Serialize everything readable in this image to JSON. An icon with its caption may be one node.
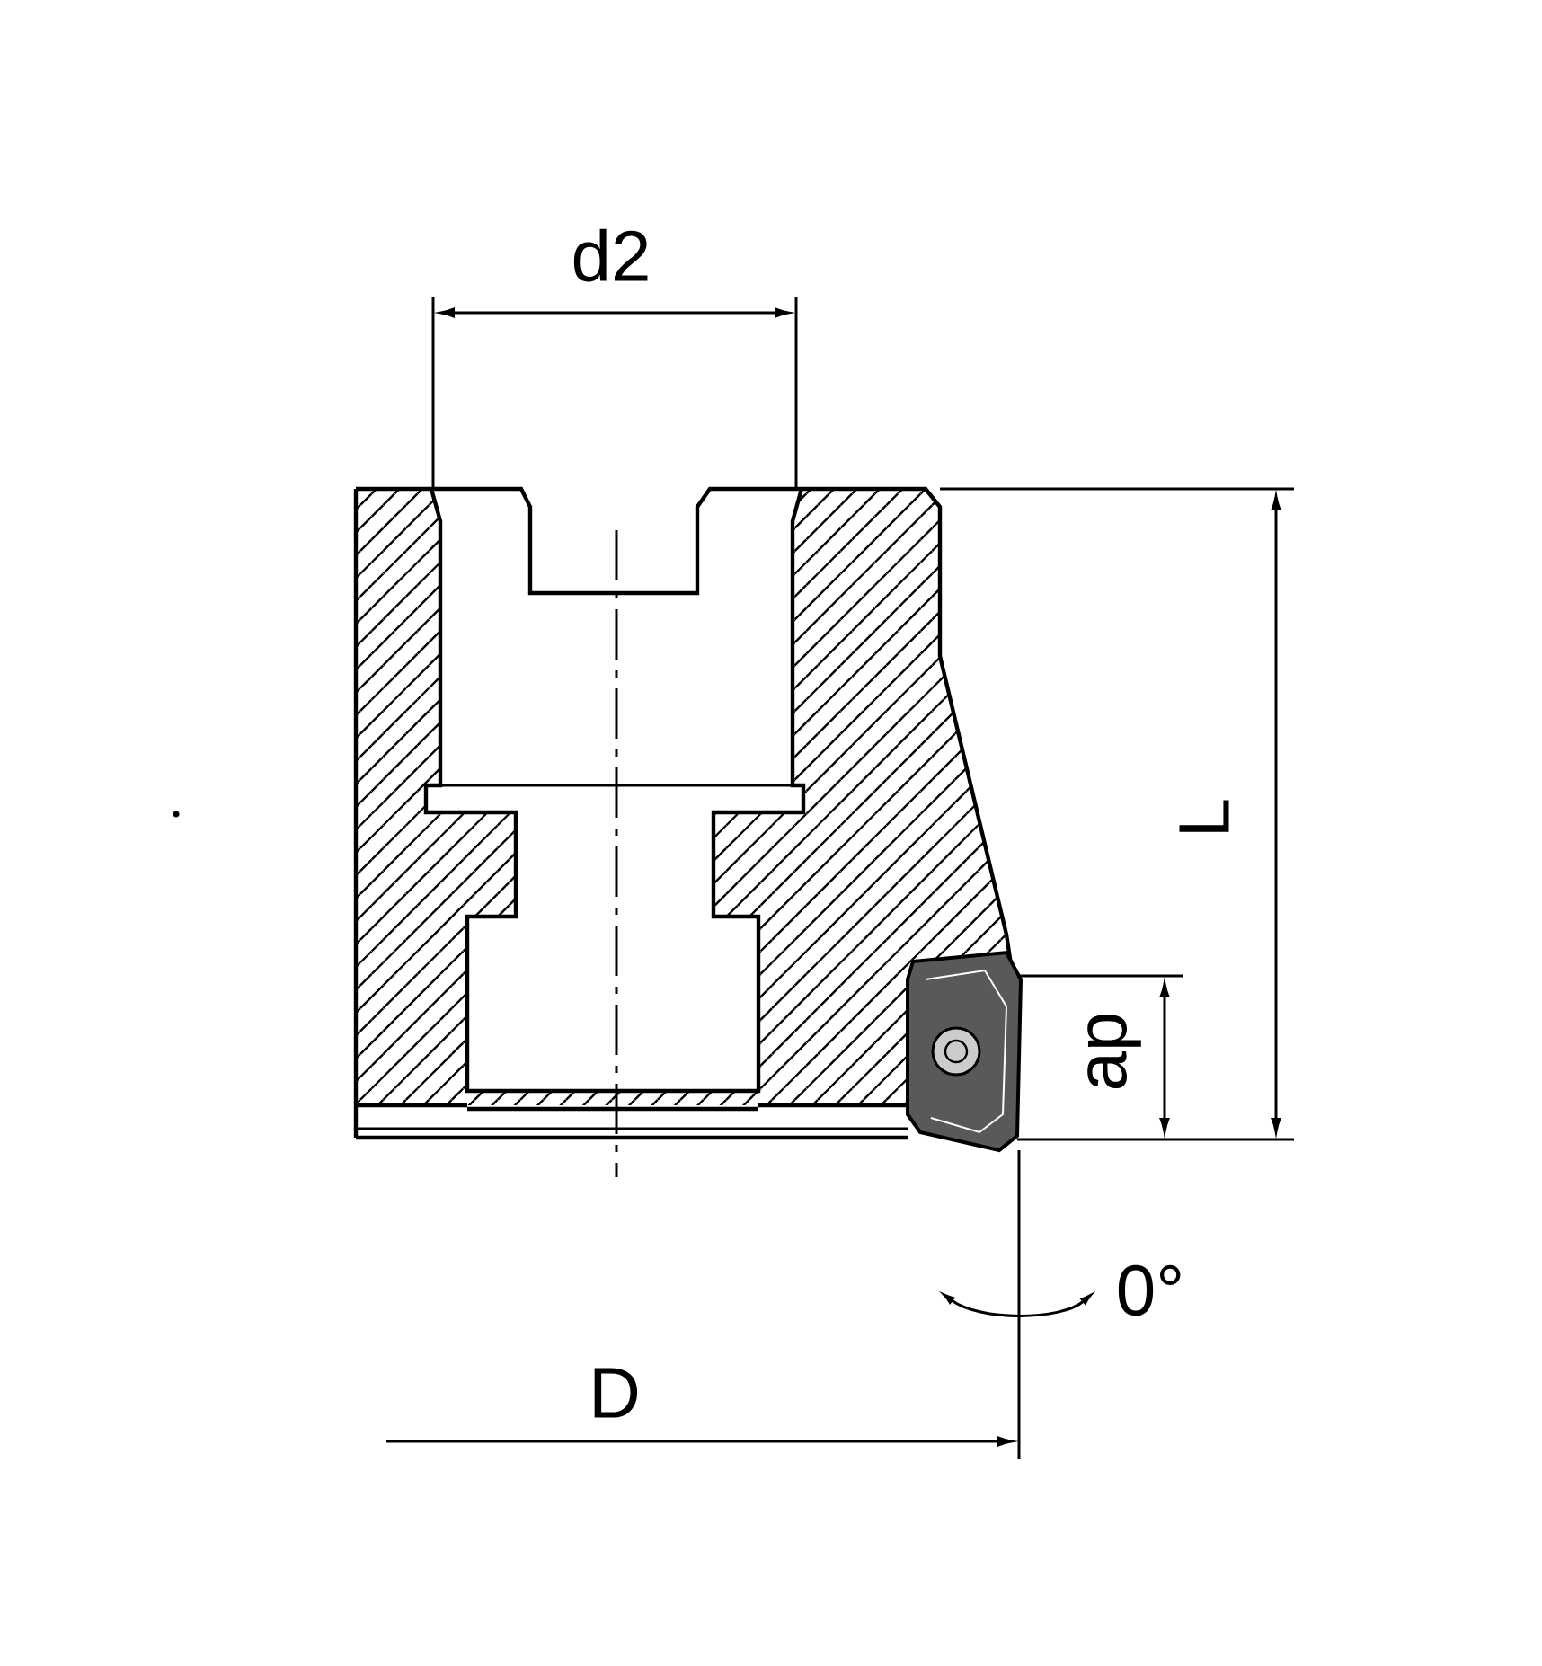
{
  "diagram": {
    "labels": [
      "d2",
      "L",
      "ap",
      "0°",
      "D"
    ]
  }
}
